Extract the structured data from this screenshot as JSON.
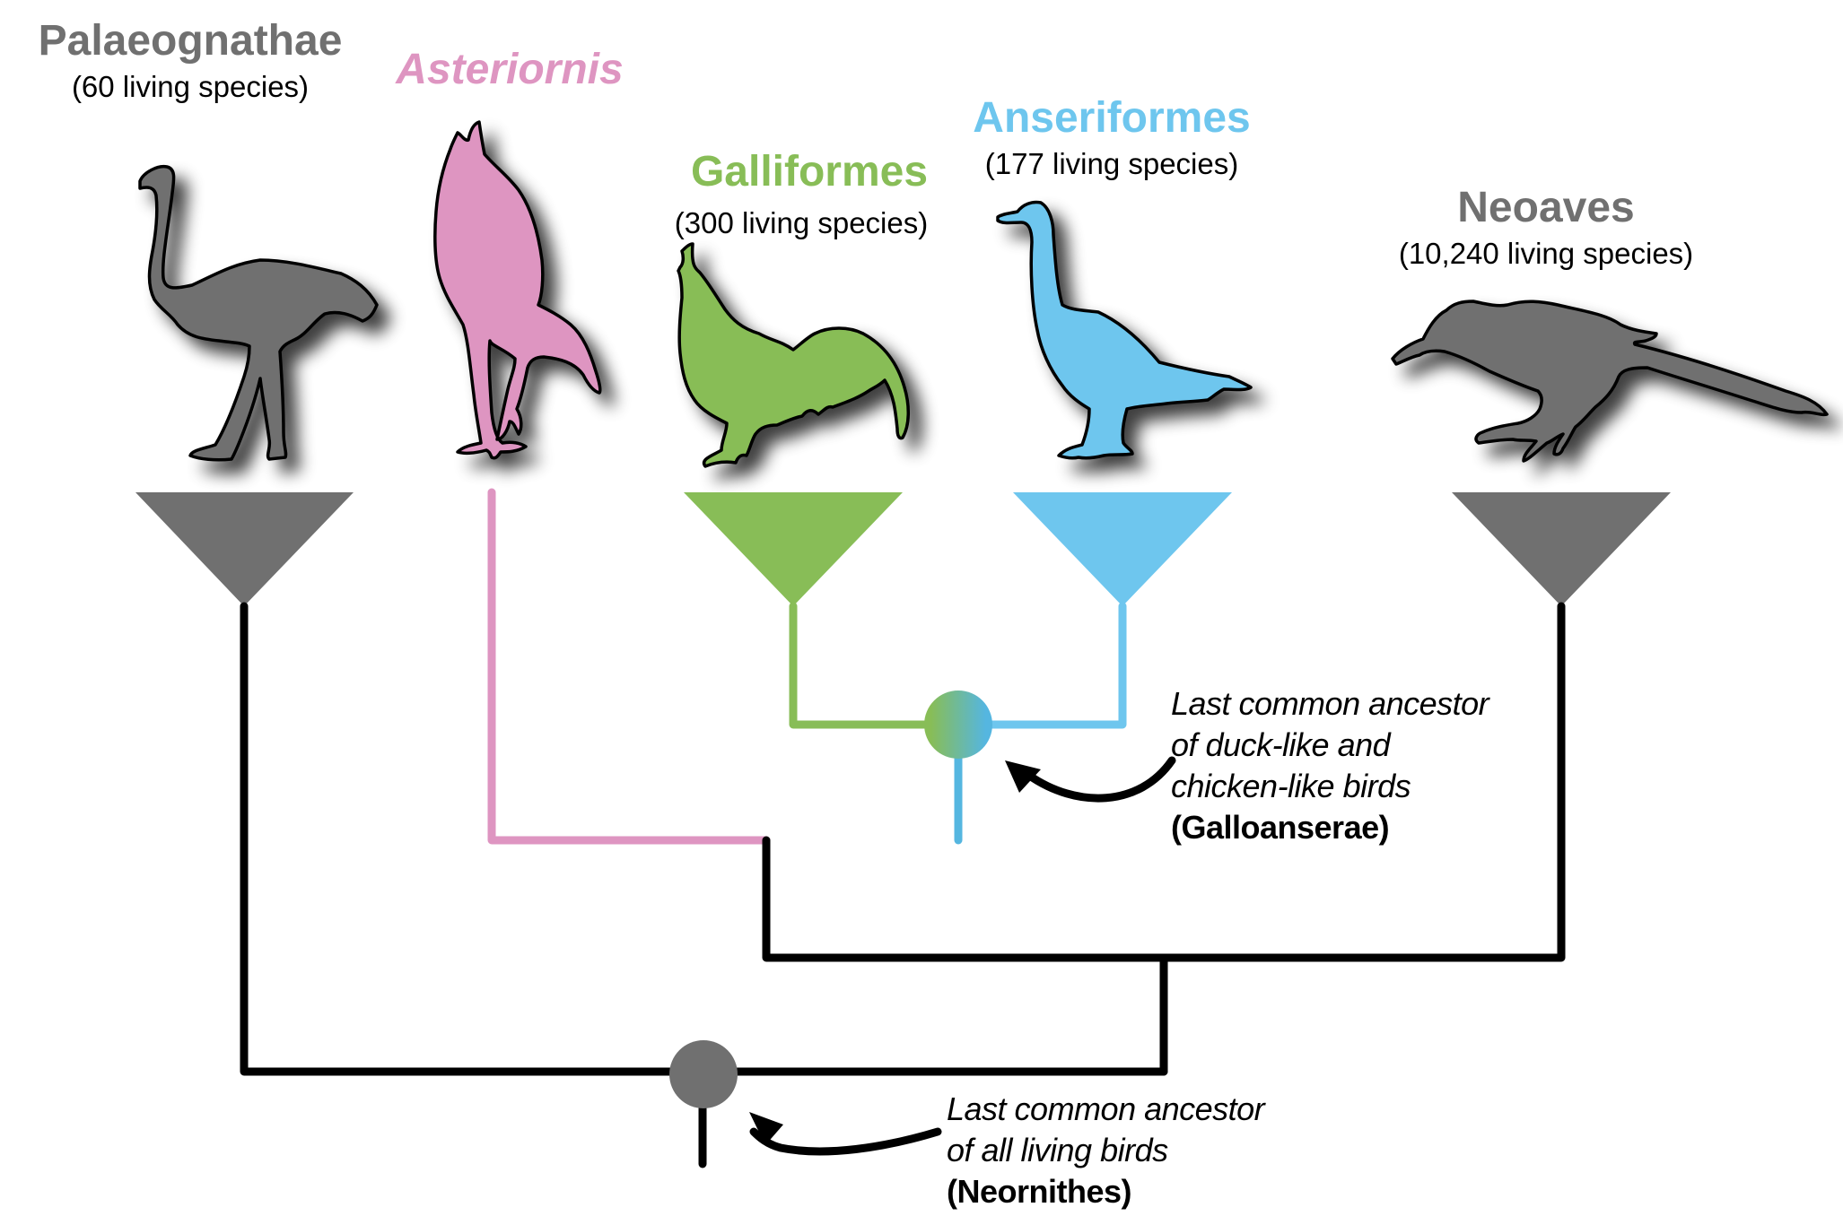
{
  "figure": {
    "type": "phylogenetic-tree",
    "colors": {
      "palaeognathae": "#707070",
      "asteriornis": "#DE95C1",
      "galliformes": "#88BD57",
      "anseriformes": "#6EC6EE",
      "neoaves": "#707070",
      "branch": "#000000",
      "root_node": "#707070"
    }
  },
  "clades": [
    {
      "id": "palaeognathae",
      "title": "Palaeognathae",
      "subtitle": "(60 living species)",
      "italic": false,
      "silhouette": "ostrich-like bird"
    },
    {
      "id": "asteriornis",
      "title": "Asteriornis",
      "subtitle": "",
      "italic": true,
      "silhouette": "fossil galloanseran bird"
    },
    {
      "id": "galliformes",
      "title": "Galliformes",
      "subtitle": "(300 living species)",
      "italic": false,
      "silhouette": "chicken"
    },
    {
      "id": "anseriformes",
      "title": "Anseriformes",
      "subtitle": "(177 living species)",
      "italic": false,
      "silhouette": "goose"
    },
    {
      "id": "neoaves",
      "title": "Neoaves",
      "subtitle": "(10,240 living species)",
      "italic": false,
      "silhouette": "magpie-like songbird"
    }
  ],
  "annotations": {
    "galloanserae": {
      "lines": [
        "Last common ancestor",
        "of duck-like and",
        "chicken-like birds"
      ],
      "name": "(Galloanserae)"
    },
    "neornithes": {
      "lines": [
        "Last common ancestor",
        "of all living birds"
      ],
      "name": "(Neornithes)"
    }
  }
}
